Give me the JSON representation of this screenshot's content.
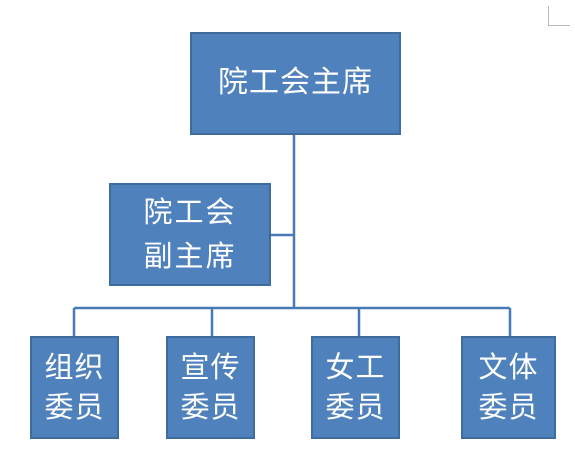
{
  "diagram": {
    "top_node": {
      "label": "院工会主席"
    },
    "assistant_node": {
      "line1": "院工会",
      "line2": "副主席"
    },
    "sub_nodes": [
      {
        "line1": "组织",
        "line2": "委员"
      },
      {
        "line1": "宣传",
        "line2": "委员"
      },
      {
        "line1": "女工",
        "line2": "委员"
      },
      {
        "line1": "文体",
        "line2": "委员"
      }
    ]
  },
  "colors": {
    "node_fill": "#4f81bd",
    "node_border": "#3f6c9f",
    "connector": "#4a7ab5",
    "text": "#ffffff"
  }
}
